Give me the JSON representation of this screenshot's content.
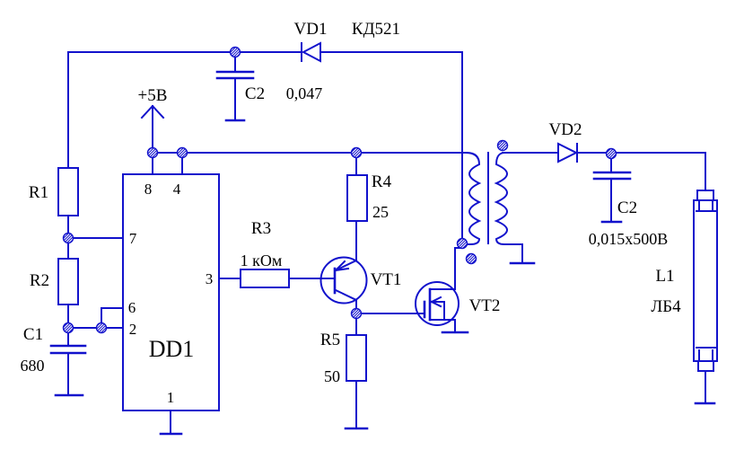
{
  "colors": {
    "line": "#1212cc",
    "text": "#000000",
    "background": "#ffffff"
  },
  "labels": {
    "vd1_ref": "VD1",
    "vd1_part": "КД521",
    "c2a_ref": "C2",
    "c2a_value": "0,047",
    "supply": "+5В",
    "r1_ref": "R1",
    "r2_ref": "R2",
    "c1_ref": "C1",
    "c1_value": "680",
    "ic_ref": "DD1",
    "pin8": "8",
    "pin4": "4",
    "pin7": "7",
    "pin6": "6",
    "pin2": "2",
    "pin3": "3",
    "pin1": "1",
    "r3_ref": "R3",
    "r3_value": "1 кОм",
    "r4_ref": "R4",
    "r4_value": "25",
    "r5_ref": "R5",
    "r5_value": "50",
    "vt1_ref": "VT1",
    "vt2_ref": "VT2",
    "vd2_ref": "VD2",
    "c2b_ref": "C2",
    "c2b_value": "0,015x500В",
    "l1_ref": "L1",
    "l1_part": "ЛБ4"
  }
}
